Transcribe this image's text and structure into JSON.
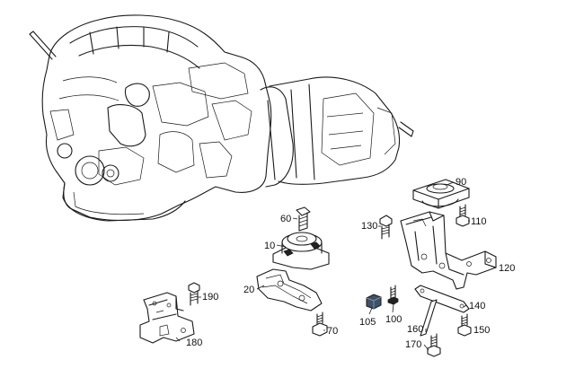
{
  "labels": {
    "p10": "10",
    "p20": "20",
    "p60": "60",
    "p70": "70",
    "p90": "90",
    "p100": "100",
    "p105": "105",
    "p110": "110",
    "p120": "120",
    "p130": "130",
    "p140": "140",
    "p150": "150",
    "p160": "160",
    "p170": "170",
    "p180": "180",
    "p190": "190"
  },
  "colors": {
    "line": "#1a1a1a",
    "highlight_part": "#3e5168",
    "background": "#ffffff"
  }
}
